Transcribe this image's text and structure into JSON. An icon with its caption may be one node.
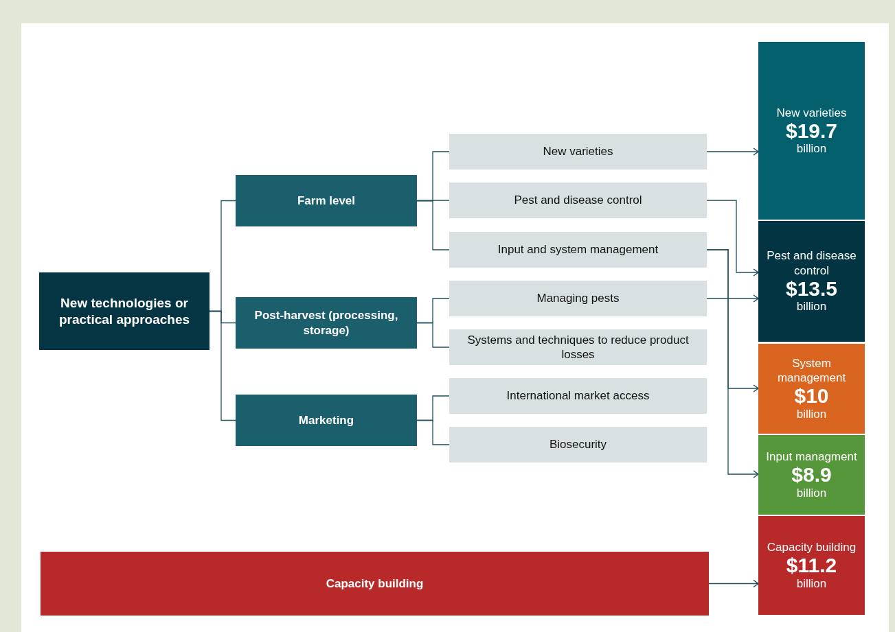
{
  "diagram": {
    "nodes": [
      {
        "text": [
          "New technologies or practical approaches"
        ]
      },
      {
        "text": [
          "Farm level"
        ]
      },
      {
        "text": [
          "Post-harvest (processing, storage)"
        ]
      },
      {
        "text": [
          "Marketing"
        ]
      },
      {
        "text": [
          "New varieties"
        ]
      },
      {
        "text": [
          "Pest and disease control"
        ]
      },
      {
        "text": [
          "Input and system management"
        ]
      },
      {
        "text": [
          "Managing pests"
        ]
      },
      {
        "text": [
          "Systems and techniques to reduce product losses"
        ]
      },
      {
        "text": [
          "International market access"
        ]
      },
      {
        "text": [
          "Biosecurity"
        ]
      },
      {
        "text": [
          "Capacity building"
        ]
      },
      {
        "text": [
          "New varieties",
          "$19.7",
          "billion"
        ]
      },
      {
        "text": [
          "Pest and disease control",
          "$13.5",
          "billion"
        ]
      },
      {
        "text": [
          "System management",
          "$10",
          "billion"
        ]
      },
      {
        "text": [
          "Input managment",
          "$8.9",
          "billion"
        ]
      },
      {
        "text": [
          "Capacity building",
          "$11.2",
          "billion"
        ]
      }
    ],
    "edges": [
      {
        "from": 0,
        "to": 1,
        "arrow": "none"
      },
      {
        "from": 0,
        "to": 2,
        "arrow": "none"
      },
      {
        "from": 0,
        "to": 3,
        "arrow": "none"
      },
      {
        "from": 1,
        "to": 4,
        "arrow": "none"
      },
      {
        "from": 1,
        "to": 5,
        "arrow": "none"
      },
      {
        "from": 1,
        "to": 6,
        "arrow": "none"
      },
      {
        "from": 2,
        "to": 7,
        "arrow": "none"
      },
      {
        "from": 2,
        "to": 8,
        "arrow": "none"
      },
      {
        "from": 3,
        "to": 9,
        "arrow": "none"
      },
      {
        "from": 3,
        "to": 10,
        "arrow": "none"
      },
      {
        "from": 4,
        "to": 12,
        "arrow": "to"
      },
      {
        "from": 5,
        "to": 13,
        "arrow": "to"
      },
      {
        "from": 7,
        "to": 13,
        "arrow": "to"
      },
      {
        "from": 6,
        "to": 14,
        "arrow": "to"
      },
      {
        "from": 6,
        "to": 15,
        "arrow": "to"
      },
      {
        "from": 11,
        "to": 16,
        "arrow": "to"
      }
    ]
  }
}
